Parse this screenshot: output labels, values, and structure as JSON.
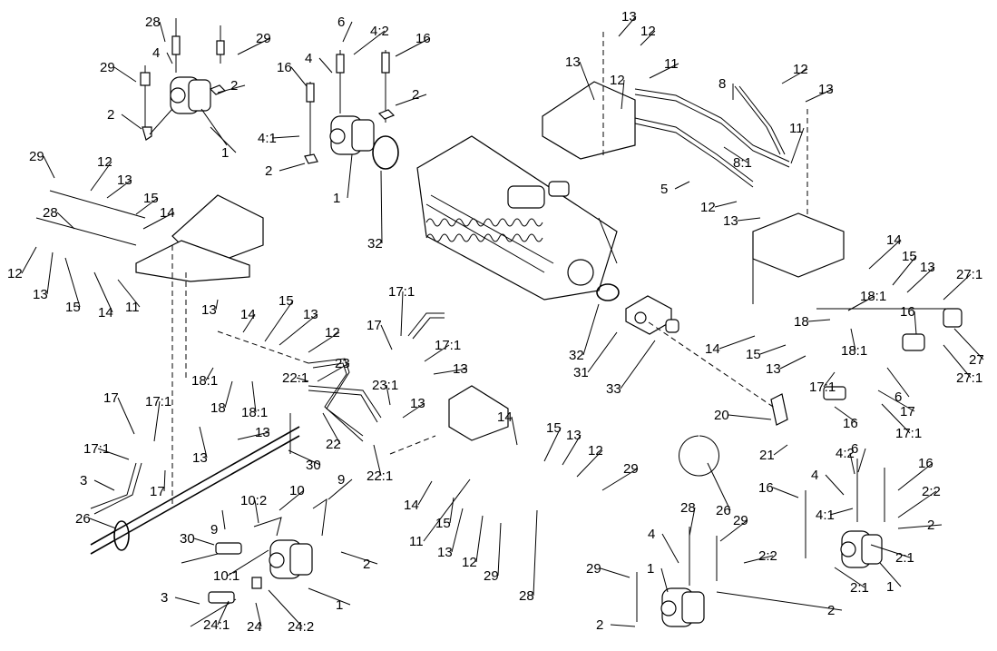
{
  "labels": [
    "28",
    "29",
    "29",
    "4",
    "2",
    "2",
    "1",
    "6",
    "4:2",
    "16",
    "4",
    "16",
    "2",
    "4:1",
    "2",
    "1",
    "32",
    "13",
    "12",
    "13",
    "12",
    "11",
    "8",
    "12",
    "13",
    "11",
    "8:1",
    "5",
    "12",
    "13",
    "29",
    "12",
    "13",
    "15",
    "14",
    "28",
    "12",
    "13",
    "15",
    "14",
    "11",
    "13",
    "14",
    "15",
    "13",
    "12",
    "18:1",
    "18",
    "18:1",
    "22:1",
    "23",
    "17:1",
    "17",
    "17:1",
    "13",
    "23:1",
    "13",
    "22",
    "22:1",
    "32",
    "31",
    "33",
    "14",
    "15",
    "13",
    "12",
    "29",
    "14",
    "15",
    "11",
    "13",
    "12",
    "29",
    "28",
    "14",
    "15",
    "13",
    "27:1",
    "18:1",
    "18",
    "16",
    "18:1",
    "27",
    "27:1",
    "6",
    "14",
    "15",
    "13",
    "17:1",
    "17",
    "17:1",
    "20",
    "16",
    "21",
    "17",
    "17:1",
    "17:1",
    "17",
    "13",
    "13",
    "30",
    "3",
    "26",
    "9",
    "30",
    "10:2",
    "10",
    "9",
    "2",
    "10:1",
    "1",
    "3",
    "24:1",
    "24",
    "24:2",
    "26",
    "28",
    "29",
    "4",
    "29",
    "1",
    "2:2",
    "2",
    "2",
    "4:2",
    "6",
    "16",
    "4",
    "16",
    "2:2",
    "4:1",
    "2",
    "2:1",
    "2:1",
    "1"
  ]
}
